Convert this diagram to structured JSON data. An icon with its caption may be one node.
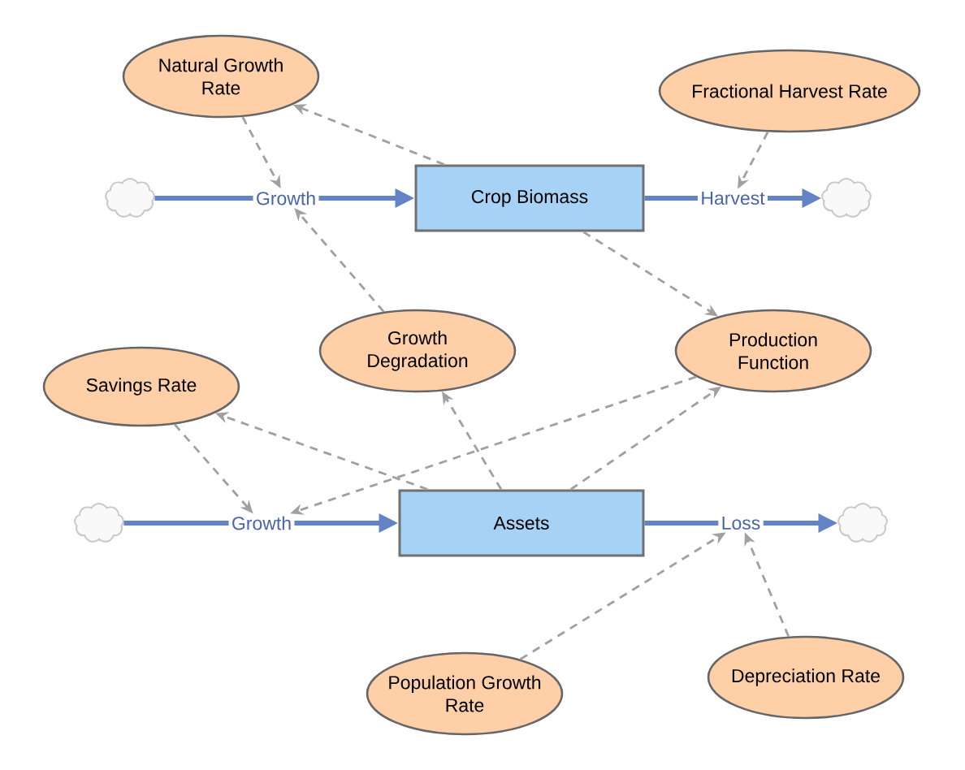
{
  "diagram": {
    "nodes": [
      {
        "text": [
          "Natural Growth Rate"
        ]
      },
      {
        "text": [
          "Fractional Harvest Rate"
        ]
      },
      {
        "text": [],
        "shape": "cloud"
      },
      {
        "text": [
          "Growth"
        ]
      },
      {
        "text": [
          "Crop Biomass"
        ]
      },
      {
        "text": [
          "Harvest"
        ]
      },
      {
        "text": [],
        "shape": "cloud"
      },
      {
        "text": [
          "Growth Degradation"
        ]
      },
      {
        "text": [
          "Production Function"
        ]
      },
      {
        "text": [
          "Savings Rate"
        ]
      },
      {
        "text": [],
        "shape": "cloud"
      },
      {
        "text": [
          "Growth"
        ]
      },
      {
        "text": [
          "Assets"
        ]
      },
      {
        "text": [
          "Loss"
        ]
      },
      {
        "text": [],
        "shape": "cloud"
      },
      {
        "text": [
          "Population Growth Rate"
        ]
      },
      {
        "text": [
          "Depreciation Rate"
        ]
      }
    ],
    "edges": [
      {
        "from": 2,
        "to": 3,
        "arrow": "none",
        "style": "thick",
        "color": "#6283c6"
      },
      {
        "from": 3,
        "to": 4,
        "arrow": "to",
        "style": "thick",
        "color": "#6283c6"
      },
      {
        "from": 4,
        "to": 5,
        "arrow": "none",
        "style": "thick",
        "color": "#6283c6"
      },
      {
        "from": 5,
        "to": 6,
        "arrow": "to",
        "style": "thick",
        "color": "#6283c6"
      },
      {
        "from": 10,
        "to": 11,
        "arrow": "none",
        "style": "thick",
        "color": "#6283c6"
      },
      {
        "from": 11,
        "to": 12,
        "arrow": "to",
        "style": "thick",
        "color": "#6283c6"
      },
      {
        "from": 12,
        "to": 13,
        "arrow": "none",
        "style": "thick",
        "color": "#6283c6"
      },
      {
        "from": 13,
        "to": 14,
        "arrow": "to",
        "style": "thick",
        "color": "#6283c6"
      },
      {
        "from": 4,
        "to": 0,
        "arrow": "to",
        "style": "dashed"
      },
      {
        "from": 0,
        "to": 3,
        "arrow": "to",
        "style": "dashed"
      },
      {
        "from": 7,
        "to": 3,
        "arrow": "to",
        "style": "dashed"
      },
      {
        "from": 1,
        "to": 5,
        "arrow": "to",
        "style": "dashed"
      },
      {
        "from": 4,
        "to": 8,
        "arrow": "to",
        "style": "dashed"
      },
      {
        "from": 12,
        "to": 9,
        "arrow": "to",
        "style": "dashed"
      },
      {
        "from": 9,
        "to": 11,
        "arrow": "to",
        "style": "dashed"
      },
      {
        "from": 8,
        "to": 11,
        "arrow": "to",
        "style": "dashed"
      },
      {
        "from": 12,
        "to": 7,
        "arrow": "to",
        "style": "dashed"
      },
      {
        "from": 12,
        "to": 8,
        "arrow": "to",
        "style": "dashed"
      },
      {
        "from": 15,
        "to": 13,
        "arrow": "to",
        "style": "dashed"
      },
      {
        "from": 16,
        "to": 13,
        "arrow": "to",
        "style": "dashed"
      }
    ]
  }
}
